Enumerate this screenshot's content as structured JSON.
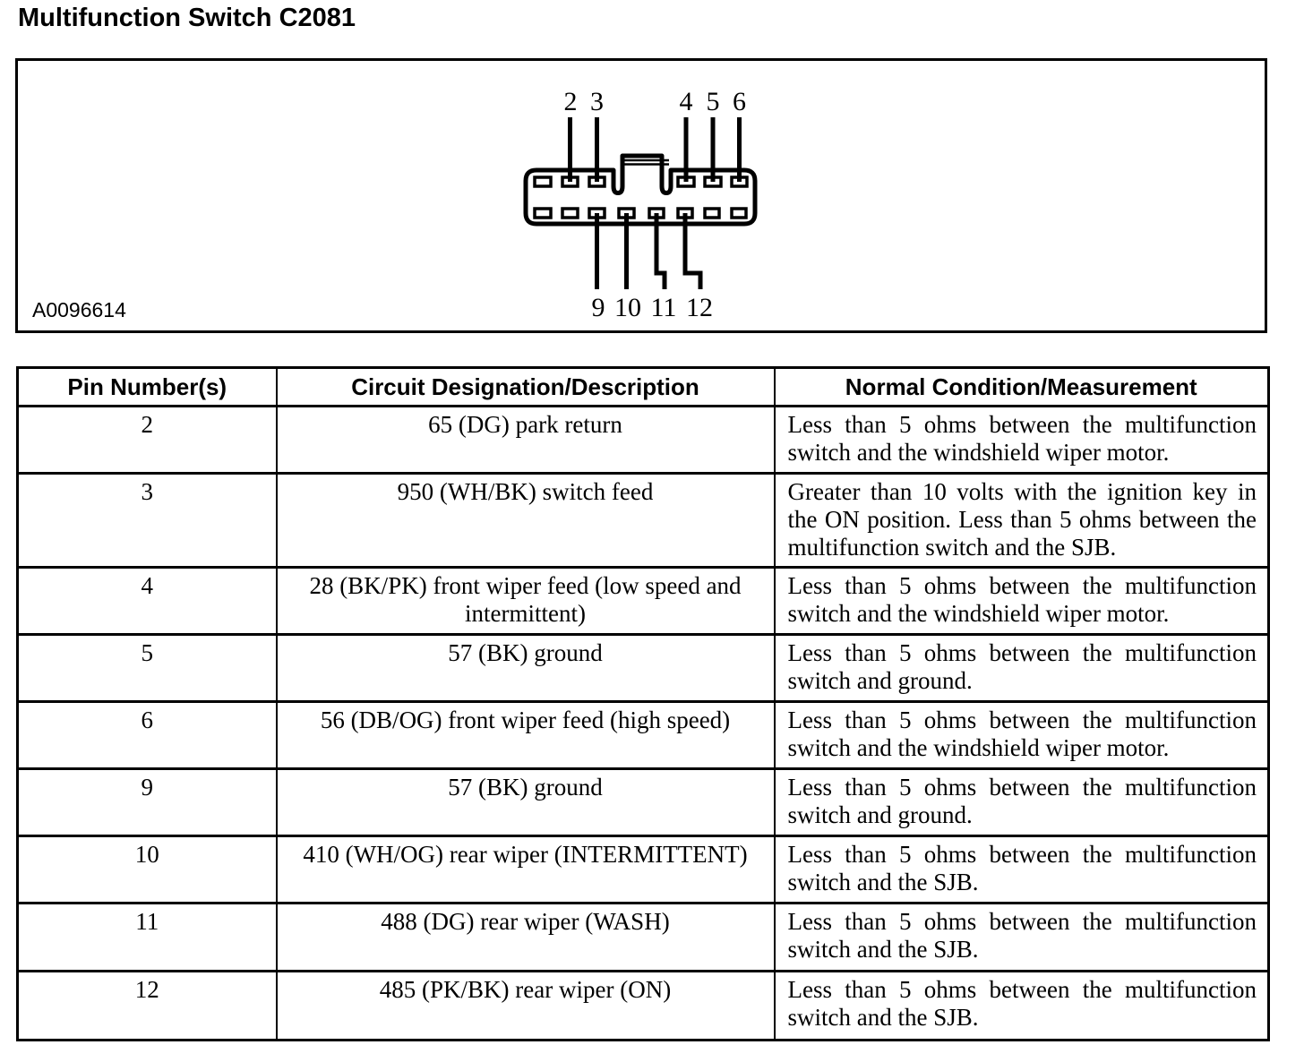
{
  "title": "Multifunction Switch C2081",
  "figure": {
    "figure_id": "A0096614",
    "connector": {
      "top_pins": [
        "2",
        "3",
        "4",
        "5",
        "6"
      ],
      "bottom_pins": [
        "9",
        "10",
        "11",
        "12"
      ]
    }
  },
  "table": {
    "headers": {
      "pin": "Pin Number(s)",
      "circuit": "Circuit Designation/Description",
      "condition": "Normal Condition/Measurement"
    },
    "rows": [
      {
        "pin": "2",
        "circuit": "65 (DG) park return",
        "condition": "Less than 5 ohms between the multifunction switch and the windshield wiper motor."
      },
      {
        "pin": "3",
        "circuit": "950 (WH/BK) switch feed",
        "condition": "Greater than 10 volts with the ignition key in the ON position. Less than 5 ohms between the multifunction switch and the SJB."
      },
      {
        "pin": "4",
        "circuit": "28 (BK/PK) front wiper feed (low speed and intermittent)",
        "condition": "Less than 5 ohms between the multifunction switch and the windshield wiper motor."
      },
      {
        "pin": "5",
        "circuit": "57 (BK) ground",
        "condition": "Less than 5 ohms between the multifunction switch and ground."
      },
      {
        "pin": "6",
        "circuit": "56 (DB/OG) front wiper feed (high speed)",
        "condition": "Less than 5 ohms between the multifunction switch and the windshield wiper motor."
      },
      {
        "pin": "9",
        "circuit": "57 (BK) ground",
        "condition": "Less than 5 ohms between the multifunction switch and ground."
      },
      {
        "pin": "10",
        "circuit": "410 (WH/OG) rear wiper (INTERMITTENT)",
        "condition": "Less than 5 ohms between the multifunction switch and the SJB."
      },
      {
        "pin": "11",
        "circuit": "488 (DG) rear wiper (WASH)",
        "condition": "Less than 5 ohms between the multifunction switch and the SJB."
      },
      {
        "pin": "12",
        "circuit": "485 (PK/BK) rear wiper (ON)",
        "condition": "Less than 5 ohms between the multifunction switch and the SJB."
      }
    ]
  }
}
